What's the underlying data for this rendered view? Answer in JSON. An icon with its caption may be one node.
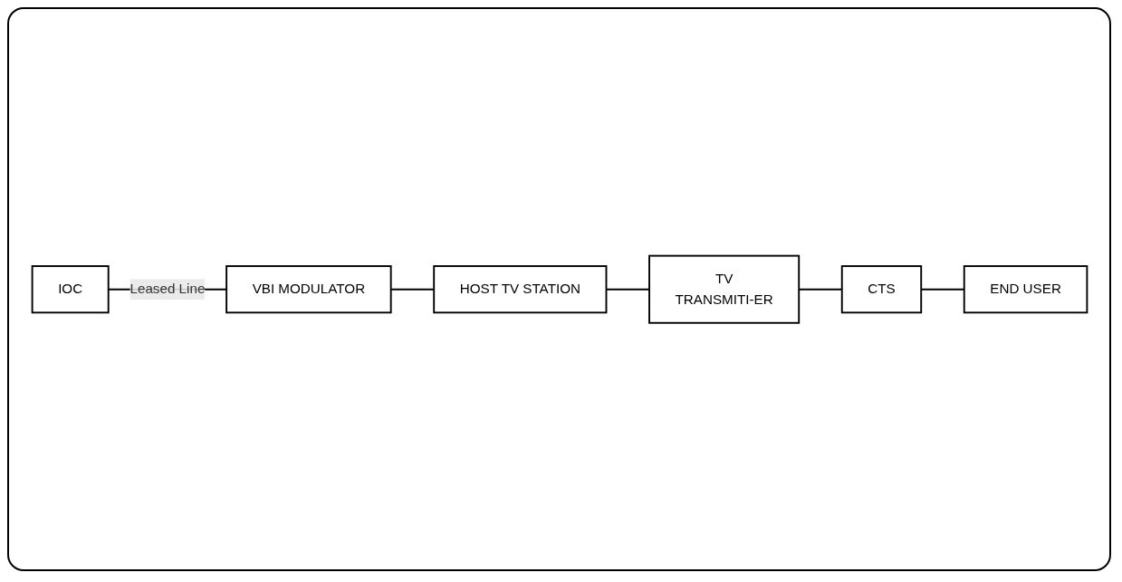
{
  "diagram": {
    "nodes": [
      {
        "text": [
          "IOC"
        ]
      },
      {
        "text": [
          "VBI MODULATOR"
        ]
      },
      {
        "text": [
          "HOST TV STATION"
        ]
      },
      {
        "text": [
          "TV",
          "TRANSMITI-ER"
        ]
      },
      {
        "text": [
          "CTS"
        ]
      },
      {
        "text": [
          "END USER"
        ]
      }
    ],
    "edges": [
      {
        "from": 0,
        "to": 1,
        "arrow": "none",
        "label": "Leased Line"
      },
      {
        "from": 1,
        "to": 2,
        "arrow": "none"
      },
      {
        "from": 2,
        "to": 3,
        "arrow": "none"
      },
      {
        "from": 3,
        "to": 4,
        "arrow": "none"
      },
      {
        "from": 4,
        "to": 5,
        "arrow": "none"
      }
    ]
  }
}
